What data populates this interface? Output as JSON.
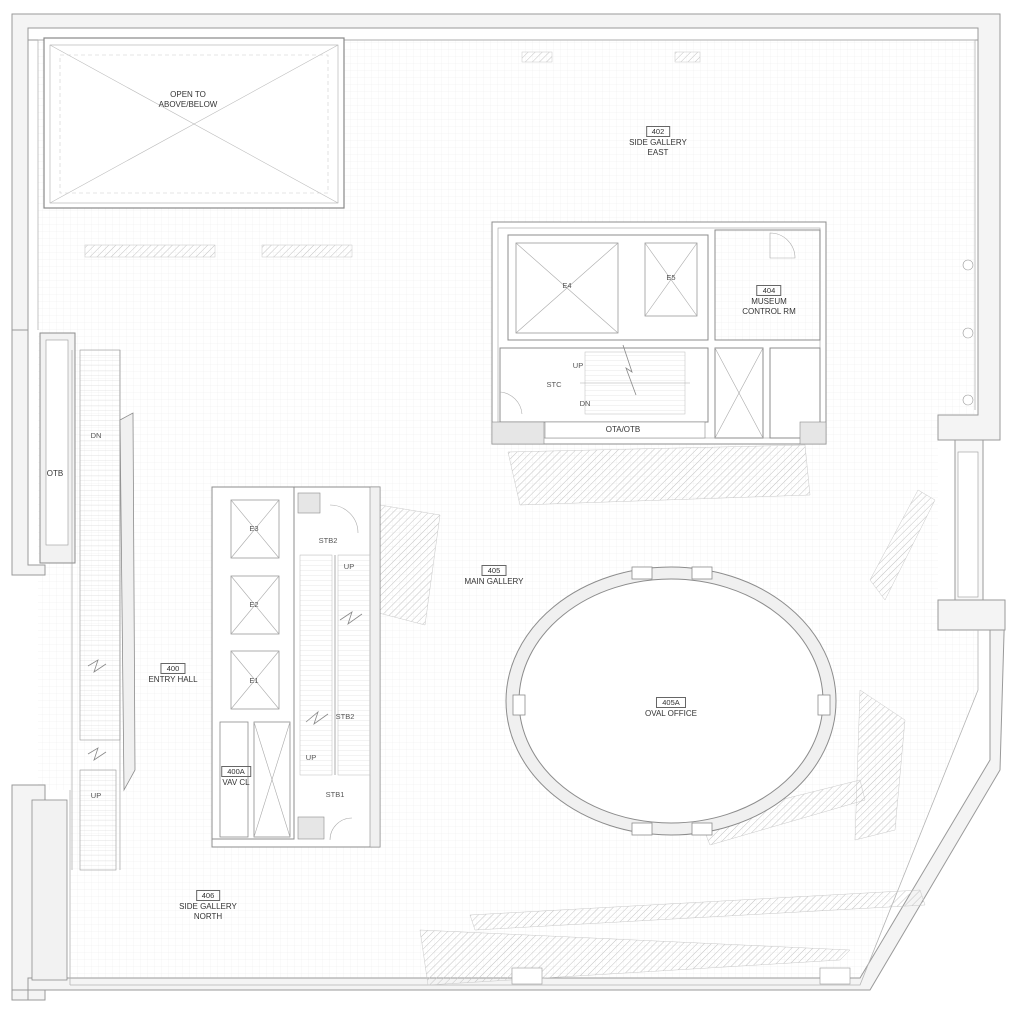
{
  "plan": {
    "rooms": {
      "open_to_above": {
        "line1": "OPEN TO",
        "line2": "ABOVE/BELOW"
      },
      "side_gallery_east": {
        "number": "402",
        "line1": "SIDE GALLERY",
        "line2": "EAST"
      },
      "museum_control": {
        "number": "404",
        "line1": "MUSEUM",
        "line2": "CONTROL RM"
      },
      "main_gallery": {
        "number": "405",
        "name": "MAIN GALLERY"
      },
      "oval_office": {
        "number": "405A",
        "name": "OVAL OFFICE"
      },
      "entry_hall": {
        "number": "400",
        "name": "ENTRY HALL"
      },
      "vav_closet": {
        "number": "400A",
        "name": "VAV CL"
      },
      "side_gallery_north": {
        "number": "406",
        "line1": "SIDE GALLERY",
        "line2": "NORTH"
      }
    },
    "tags": {
      "e1": "E1",
      "e2": "E2",
      "e3": "E3",
      "e4": "E4",
      "e5": "E5",
      "stc": "STC",
      "ota_otb": "OTA/OTB",
      "otb": "OTB",
      "stb1": "STB1",
      "stb2_top": "STB2",
      "stb2_mid": "STB2",
      "up": "UP",
      "dn": "DN"
    },
    "colors": {
      "wall": "#aaaaaa",
      "line": "#8c8c8c",
      "grid": "#ececec",
      "hatch": "#c4c4c4"
    }
  }
}
